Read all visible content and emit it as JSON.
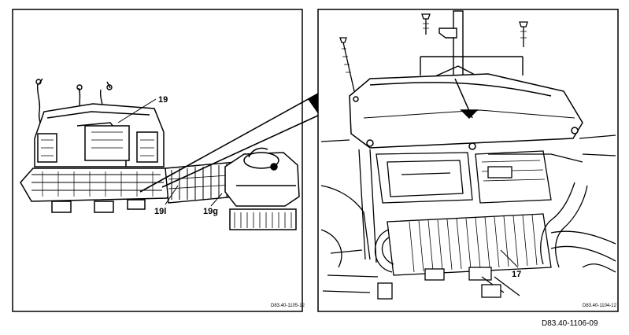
{
  "left_panel": {
    "callouts": [
      "19",
      "19l",
      "19g"
    ],
    "ref_code": "D83.40-1105-12"
  },
  "right_panel": {
    "callouts": [
      "17"
    ],
    "ref_code": "D83.40-1104-12"
  },
  "figure_ref": "D83.40-1106-09"
}
